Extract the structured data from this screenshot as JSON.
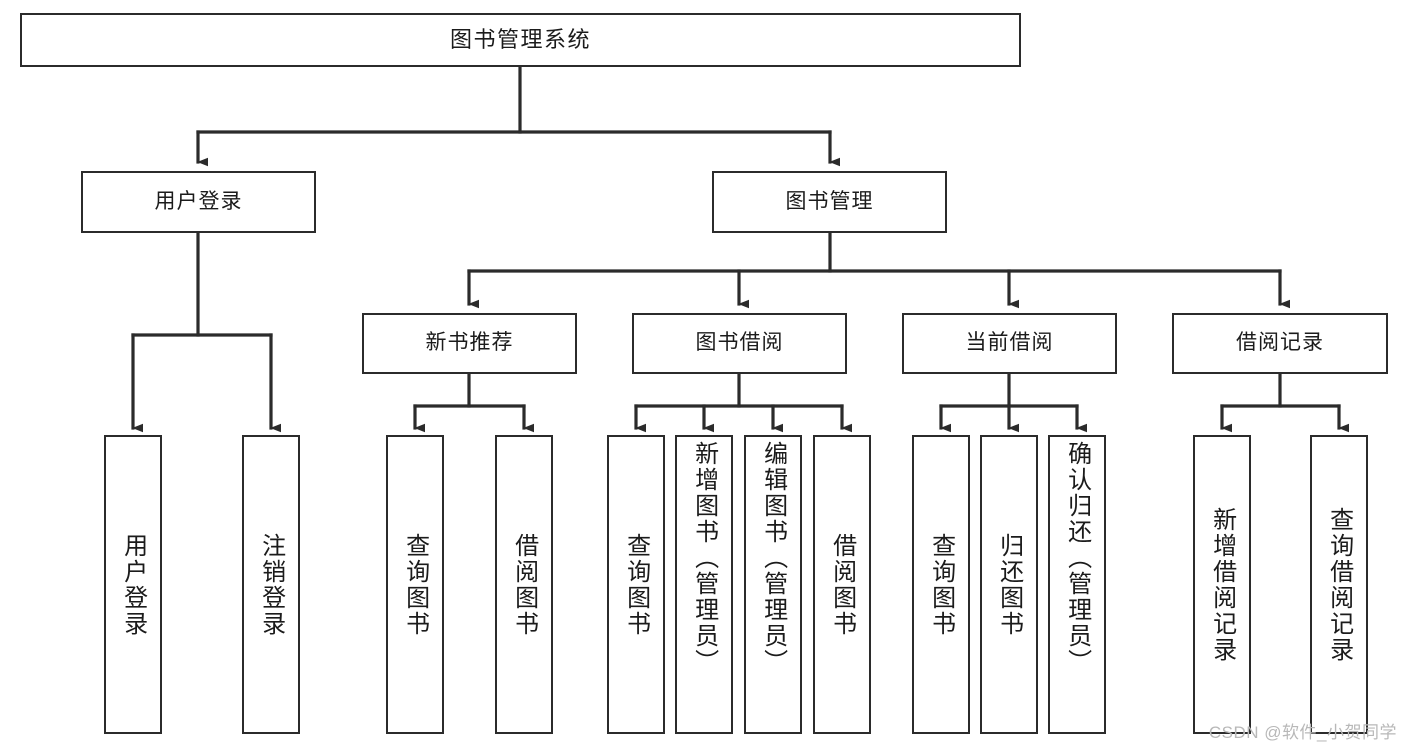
{
  "diagram": {
    "type": "tree-hierarchy",
    "title": "图书管理系统",
    "watermark": "CSDN @软件_小贺同学",
    "colors": {
      "background": "#ffffff",
      "box_border": "#2b2b2b",
      "box_fill": "#ffffff",
      "connector": "#2b2b2b",
      "watermark": "#b8b8b8"
    },
    "levels": {
      "root": {
        "label": "图书管理系统"
      },
      "level1": [
        {
          "id": "user-login",
          "label": "用户登录"
        },
        {
          "id": "book-manage",
          "label": "图书管理"
        }
      ],
      "level2": [
        {
          "id": "new-book-recommend",
          "label": "新书推荐",
          "parent": "book-manage"
        },
        {
          "id": "book-borrow",
          "label": "图书借阅",
          "parent": "book-manage"
        },
        {
          "id": "current-borrow",
          "label": "当前借阅",
          "parent": "book-manage"
        },
        {
          "id": "borrow-record",
          "label": "借阅记录",
          "parent": "book-manage"
        }
      ],
      "leaves": [
        {
          "id": "leaf-user-login",
          "label": "用户登录",
          "parent": "user-login"
        },
        {
          "id": "leaf-logout-login",
          "label": "注销登录",
          "parent": "user-login"
        },
        {
          "id": "leaf-query-book-1",
          "label": "查询图书",
          "parent": "new-book-recommend"
        },
        {
          "id": "leaf-borrow-book-1",
          "label": "借阅图书",
          "parent": "new-book-recommend"
        },
        {
          "id": "leaf-query-book-2",
          "label": "查询图书",
          "parent": "book-borrow"
        },
        {
          "id": "leaf-add-book",
          "label": "新增图书（管理员）",
          "parent": "book-borrow"
        },
        {
          "id": "leaf-edit-book",
          "label": "编辑图书（管理员）",
          "parent": "book-borrow"
        },
        {
          "id": "leaf-borrow-book-2",
          "label": "借阅图书",
          "parent": "book-borrow"
        },
        {
          "id": "leaf-query-book-3",
          "label": "查询图书",
          "parent": "current-borrow"
        },
        {
          "id": "leaf-return-book",
          "label": "归还图书",
          "parent": "current-borrow"
        },
        {
          "id": "leaf-confirm-return",
          "label": "确认归还（管理员）",
          "parent": "current-borrow"
        },
        {
          "id": "leaf-add-record",
          "label": "新增借阅记录",
          "parent": "borrow-record"
        },
        {
          "id": "leaf-query-record",
          "label": "查询借阅记录",
          "parent": "borrow-record"
        }
      ]
    }
  }
}
